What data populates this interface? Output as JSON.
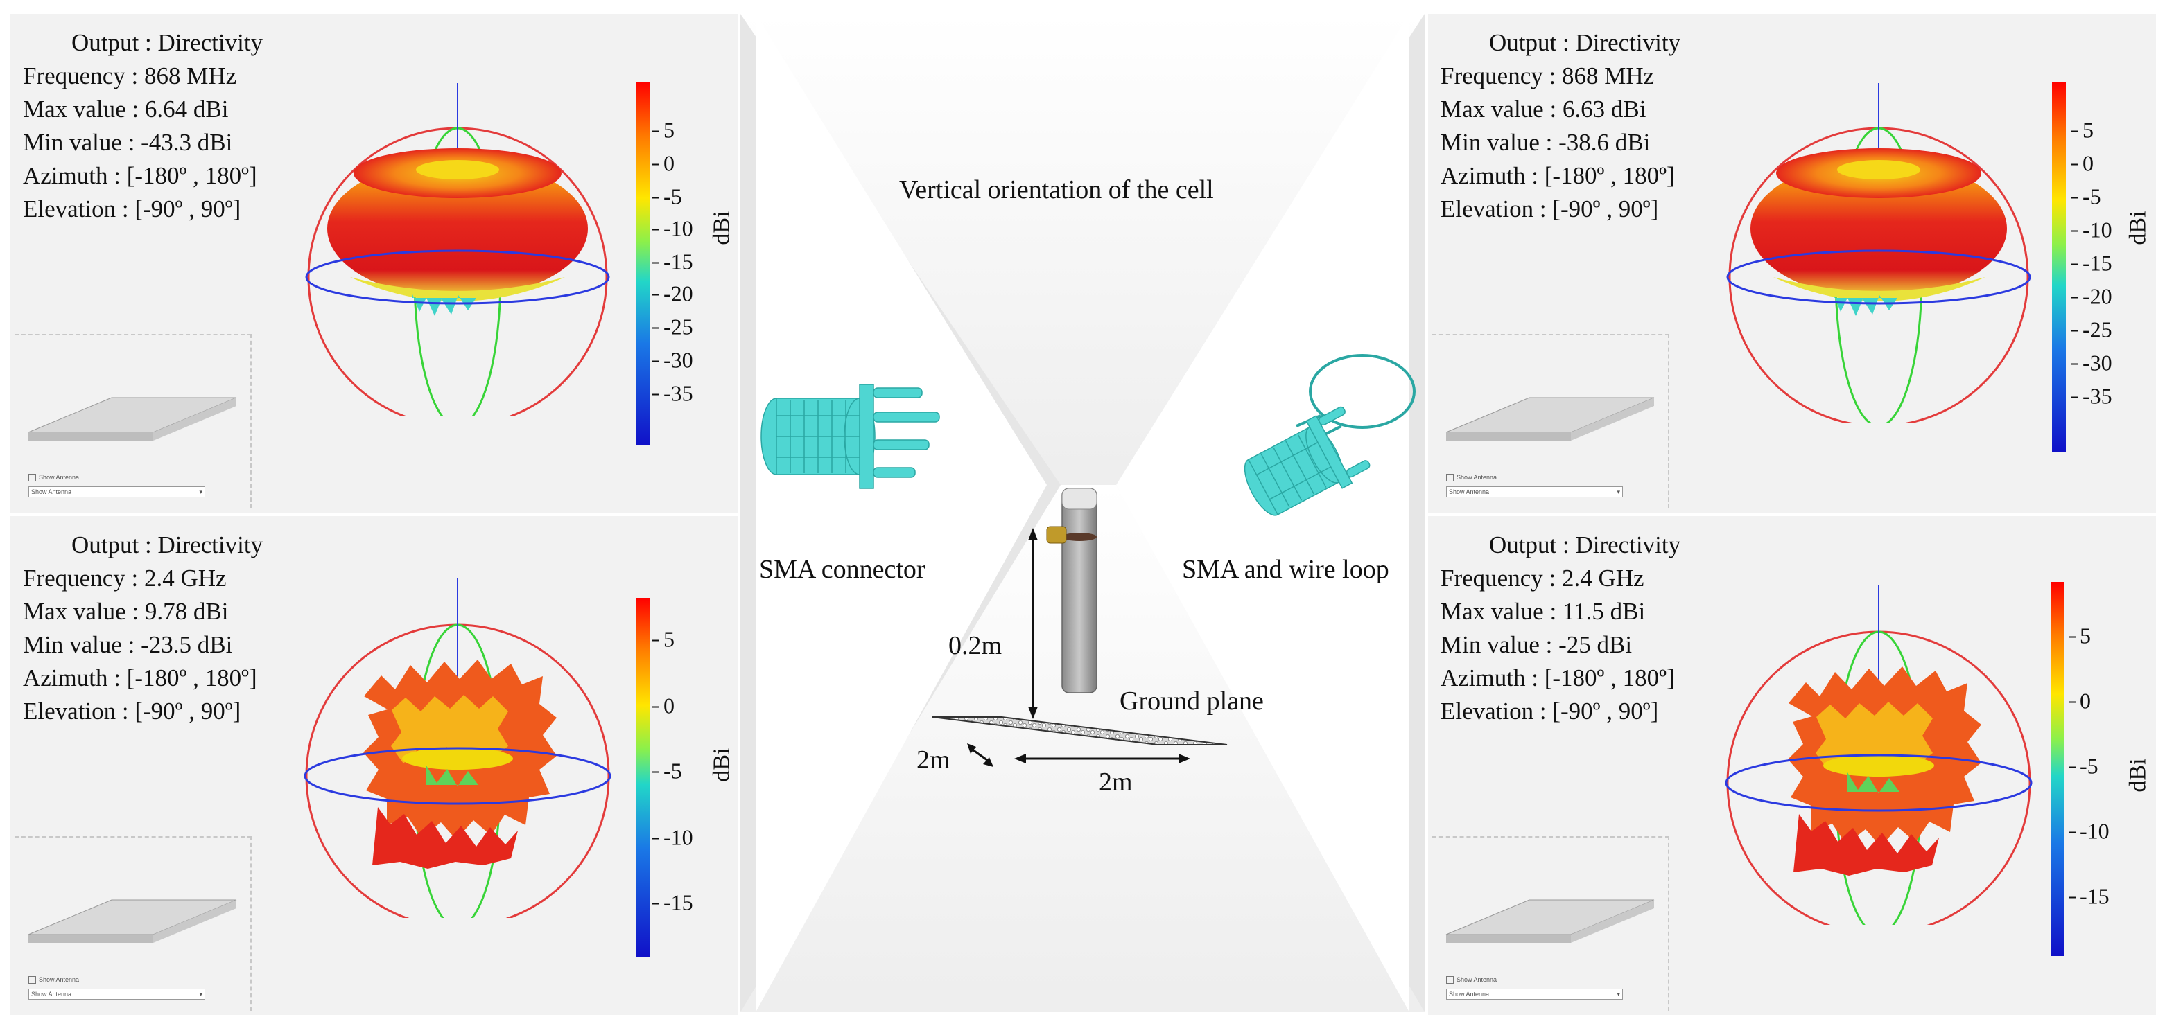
{
  "panels": {
    "top_left": {
      "output_label": "Output : Directivity",
      "frequency": "Frequency : 868 MHz",
      "max_value": "Max value : 6.64 dBi",
      "min_value": "Min value : -43.3 dBi",
      "azimuth": "Azimuth : [-180º , 180º]",
      "elevation": "Elevation : [-90º , 90º]",
      "colorbar_ticks": [
        "5",
        "0",
        "-5",
        "-10",
        "-15",
        "-20",
        "-25",
        "-30",
        "-35"
      ],
      "colorbar_unit": "dBi"
    },
    "top_right": {
      "output_label": "Output : Directivity",
      "frequency": "Frequency : 868 MHz",
      "max_value": "Max value : 6.63 dBi",
      "min_value": "Min value : -38.6 dBi",
      "azimuth": "Azimuth : [-180º , 180º]",
      "elevation": "Elevation : [-90º , 90º]",
      "colorbar_ticks": [
        "5",
        "0",
        "-5",
        "-10",
        "-15",
        "-20",
        "-25",
        "-30",
        "-35"
      ],
      "colorbar_unit": "dBi"
    },
    "bottom_left": {
      "output_label": "Output : Directivity",
      "frequency": "Frequency : 2.4 GHz",
      "max_value": "Max value : 9.78 dBi",
      "min_value": "Min value : -23.5 dBi",
      "azimuth": "Azimuth : [-180º , 180º]",
      "elevation": "Elevation : [-90º , 90º]",
      "colorbar_ticks": [
        "5",
        "0",
        "-5",
        "-10",
        "-15"
      ],
      "colorbar_unit": "dBi"
    },
    "bottom_right": {
      "output_label": "Output : Directivity",
      "frequency": "Frequency : 2.4 GHz",
      "max_value": "Max value : 11.5 dBi",
      "min_value": "Min value : -25 dBi",
      "azimuth": "Azimuth : [-180º , 180º]",
      "elevation": "Elevation : [-90º , 90º]",
      "colorbar_ticks": [
        "5",
        "0",
        "-5",
        "-10",
        "-15"
      ],
      "colorbar_unit": "dBi"
    }
  },
  "center": {
    "orientation_label": "Vertical orientation of the cell",
    "sma_connector_label": "SMA connector",
    "sma_wire_loop_label": "SMA and wire loop",
    "height_label": "0.2m",
    "ground_plane_label": "Ground plane",
    "width_label": "2m",
    "depth_label": "2m"
  },
  "controls": {
    "show_antenna": "Show Antenna",
    "view_select": "Show Antenna"
  },
  "colors": {
    "pattern_red": "#e8231a",
    "pattern_orange": "#f57c14",
    "pattern_yellow": "#f2d80c",
    "pattern_green": "#5fd25a",
    "pattern_cyan": "#3fd3c9",
    "mesh_cyan": "#4fd6d2",
    "axis_circle_red": "#e33b3b",
    "axis_circle_green": "#38d438",
    "axis_circle_blue": "#2b3ae0"
  }
}
